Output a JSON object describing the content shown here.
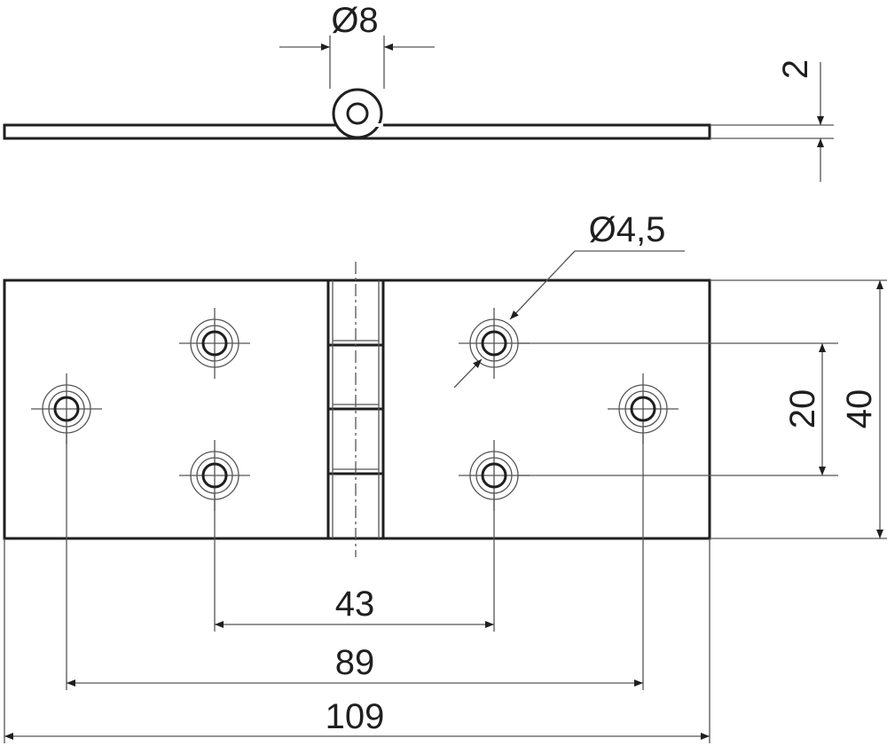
{
  "drawing": {
    "subject": "hinge",
    "views": [
      "side-view",
      "top-view"
    ],
    "colors": {
      "line": "#1f1f1f",
      "dimension_line": "#555555",
      "background": "#ffffff"
    },
    "dimensions": {
      "pin_diameter": "Ø8",
      "thickness": "2",
      "hole_diameter": "Ø4,5",
      "inner_hole_spacing": "43",
      "outer_hole_spacing": "89",
      "overall_length": "109",
      "hole_row_spacing": "20",
      "overall_width": "40"
    }
  }
}
